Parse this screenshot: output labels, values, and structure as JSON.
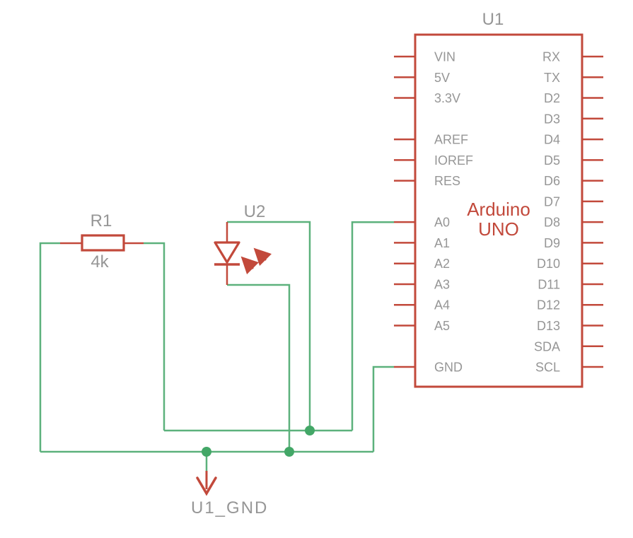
{
  "colors": {
    "component_red": "#C2493B",
    "wire_green": "#5CB17C",
    "junction_green": "#43A767",
    "label_gray": "#969696",
    "background": "#FFFFFF"
  },
  "ic": {
    "ref": "U1",
    "name_line1": "Arduino",
    "name_line2": "UNO",
    "left_pins": [
      {
        "name": "VIN",
        "row": 0
      },
      {
        "name": "5V",
        "row": 1
      },
      {
        "name": "3.3V",
        "row": 2
      },
      {
        "name": "AREF",
        "row": 4
      },
      {
        "name": "IOREF",
        "row": 5
      },
      {
        "name": "RES",
        "row": 6
      },
      {
        "name": "A0",
        "row": 8
      },
      {
        "name": "A1",
        "row": 9
      },
      {
        "name": "A2",
        "row": 10
      },
      {
        "name": "A3",
        "row": 11
      },
      {
        "name": "A4",
        "row": 12
      },
      {
        "name": "A5",
        "row": 13
      },
      {
        "name": "GND",
        "row": 15
      }
    ],
    "right_pins": [
      {
        "name": "RX",
        "row": 0
      },
      {
        "name": "TX",
        "row": 1
      },
      {
        "name": "D2",
        "row": 2
      },
      {
        "name": "D3",
        "row": 3
      },
      {
        "name": "D4",
        "row": 4
      },
      {
        "name": "D5",
        "row": 5
      },
      {
        "name": "D6",
        "row": 6
      },
      {
        "name": "D7",
        "row": 7
      },
      {
        "name": "D8",
        "row": 8
      },
      {
        "name": "D9",
        "row": 9
      },
      {
        "name": "D10",
        "row": 10
      },
      {
        "name": "D11",
        "row": 11
      },
      {
        "name": "D12",
        "row": 12
      },
      {
        "name": "D13",
        "row": 13
      },
      {
        "name": "SDA",
        "row": 14
      },
      {
        "name": "SCL",
        "row": 15
      }
    ]
  },
  "resistor": {
    "ref": "R1",
    "value": "4k"
  },
  "led": {
    "ref": "U2"
  },
  "ground": {
    "label": "U1_GND"
  }
}
